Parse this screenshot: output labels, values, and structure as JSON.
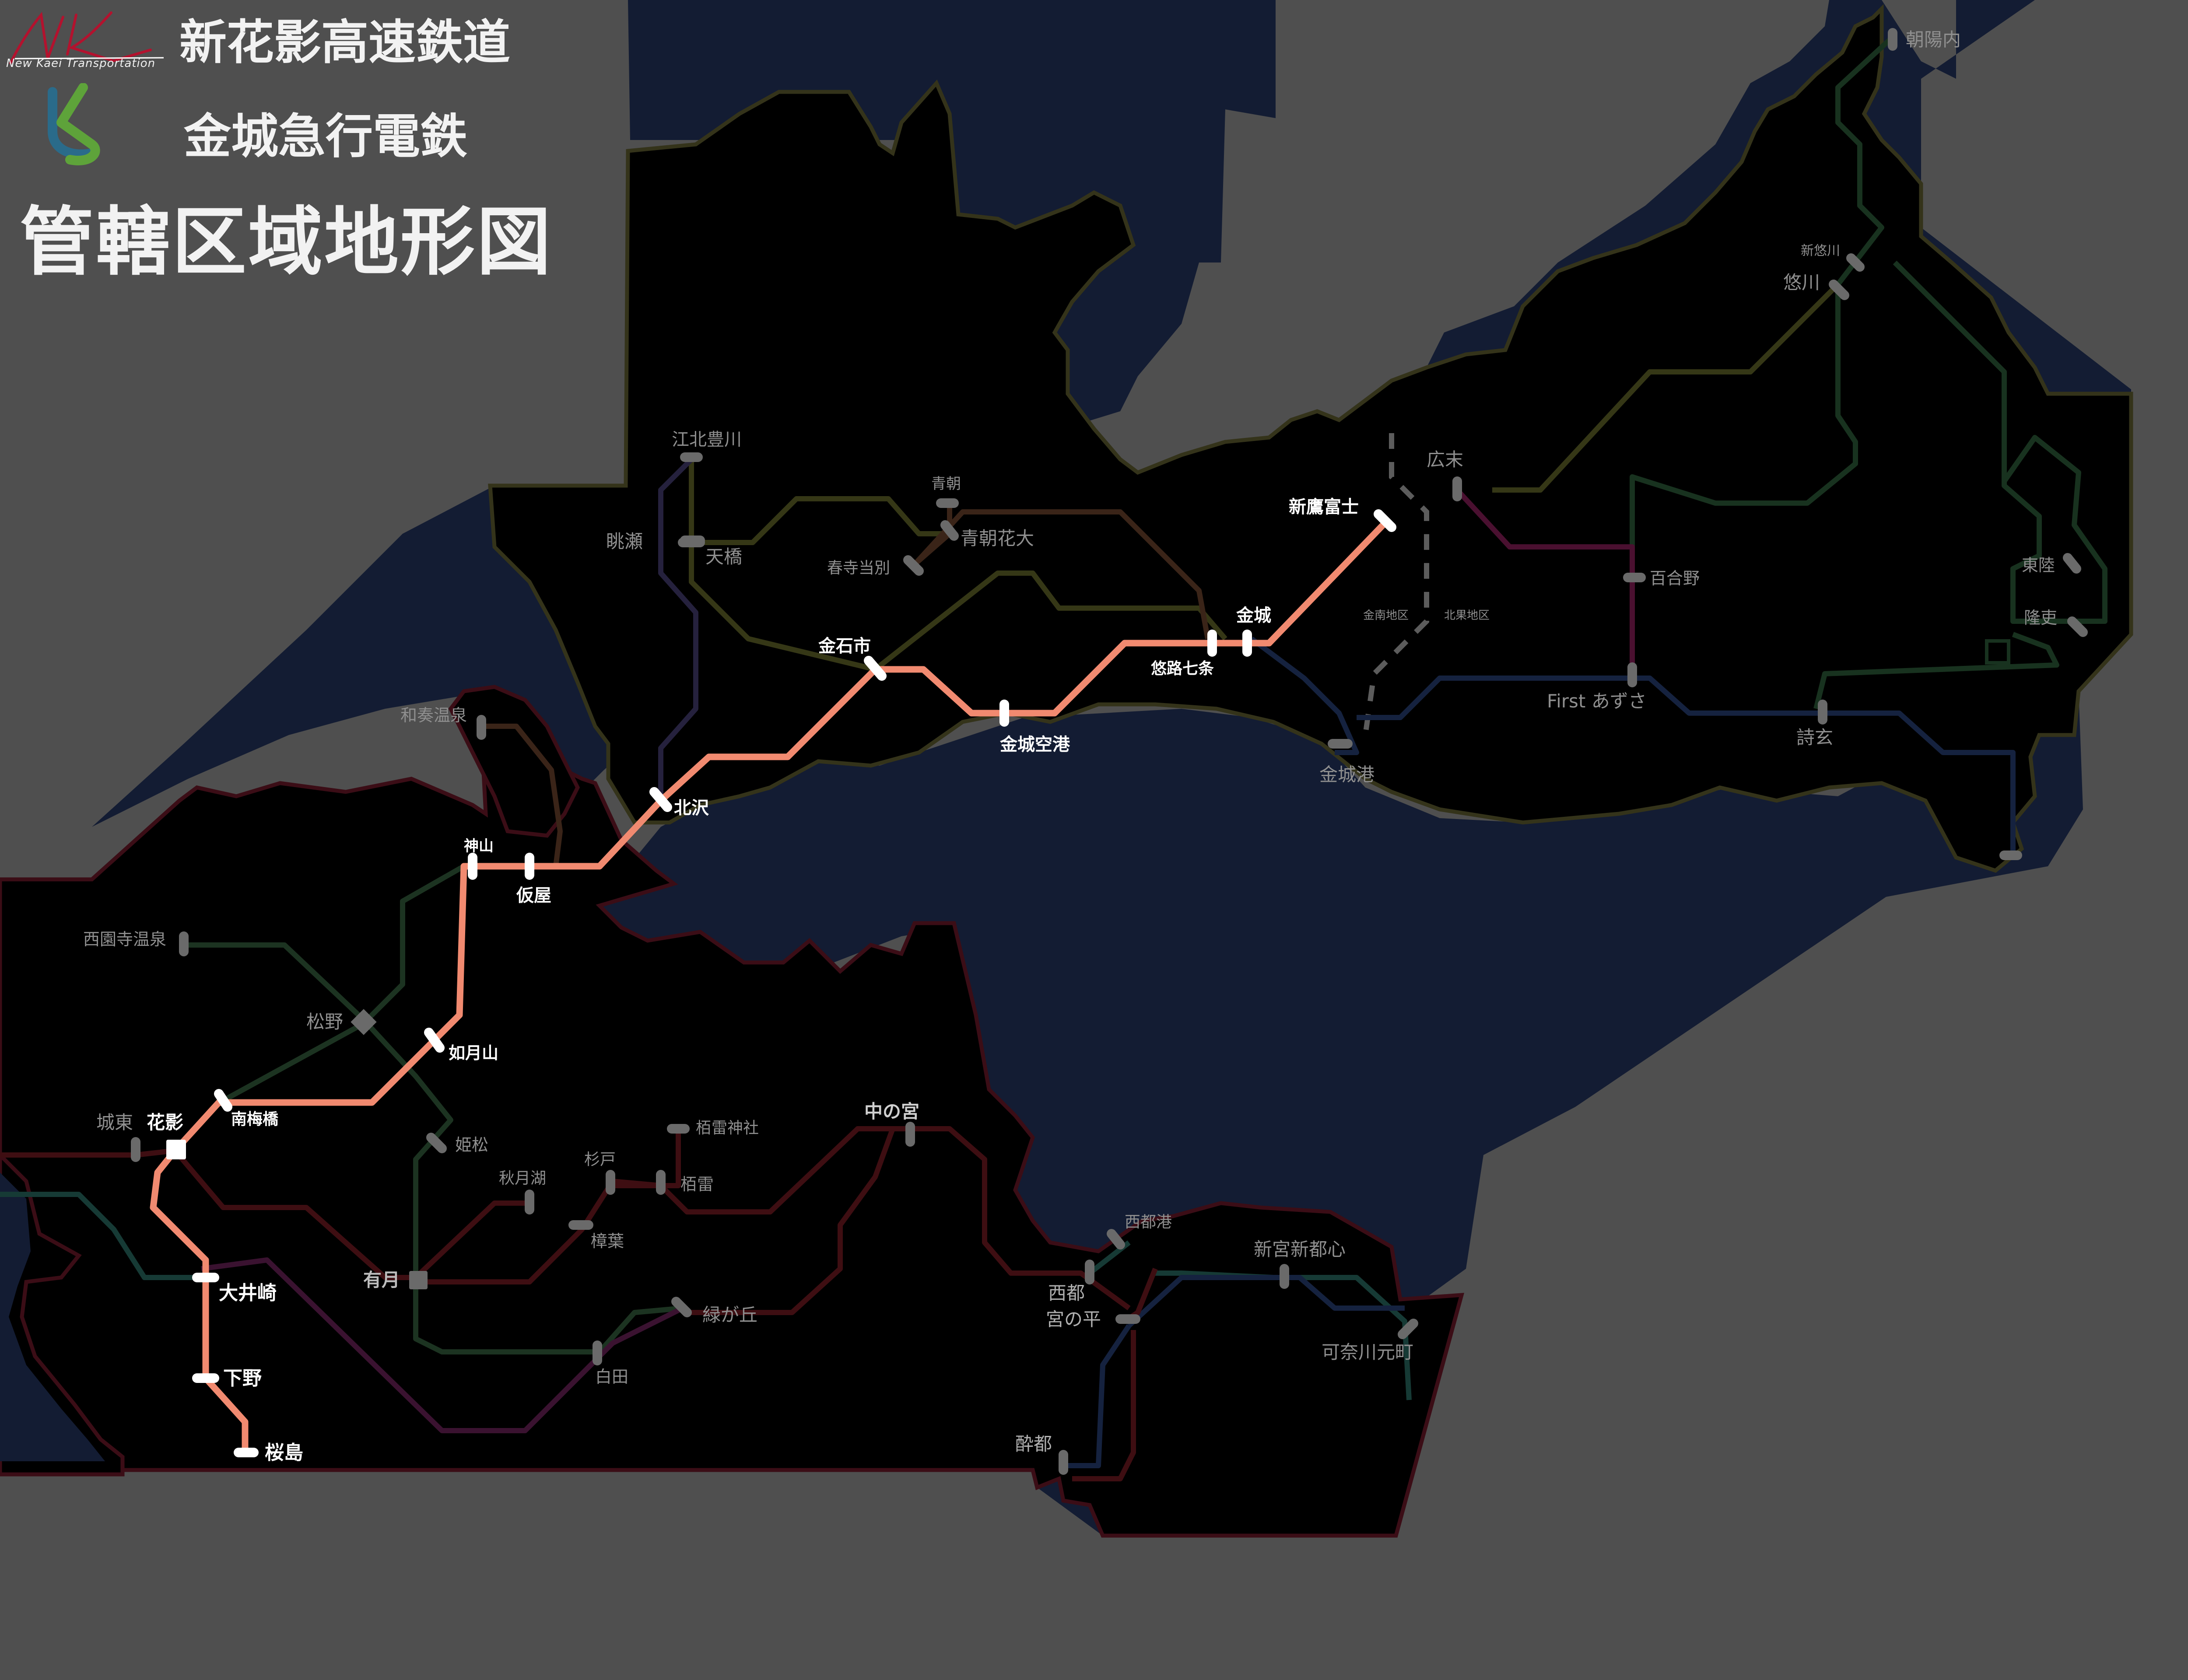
{
  "header": {
    "company_primary": "新花影高速鉄道",
    "company_primary_caption": "New Kaei Transportation",
    "company_secondary": "金城急行電鉄",
    "map_title": "管轄区域地形図"
  },
  "colors": {
    "background": "#4f4f4f",
    "sea": "#131c33",
    "land": "#000000",
    "coast_north": "#34331a",
    "coast_south": "#3b0d16",
    "main_line": "#f18a70",
    "station_main": "#ffffff",
    "station_other": "#6a6a6a",
    "label_main": "#ffffff",
    "label_other": "#8f8f8f"
  },
  "lines": [
    {
      "id": "main",
      "color": "#f18a70"
    },
    {
      "id": "north-green",
      "color": "#353716"
    },
    {
      "id": "northeast-darkgreen",
      "color": "#18321f"
    },
    {
      "id": "east-blue",
      "color": "#15223f"
    },
    {
      "id": "magenta",
      "color": "#4a1030"
    },
    {
      "id": "brown",
      "color": "#3a2418"
    },
    {
      "id": "purple",
      "color": "#25213d"
    },
    {
      "id": "west-darkred",
      "color": "#3e0e12"
    },
    {
      "id": "west-green",
      "color": "#1c3321"
    },
    {
      "id": "southwest-purple",
      "color": "#3a1230"
    },
    {
      "id": "harbor-teal",
      "color": "#163a35"
    },
    {
      "id": "district-border-dashed",
      "color": "#5c5c5c"
    }
  ],
  "stations": {
    "main": [
      "新鷹富士",
      "金城",
      "悠路七条",
      "金城空港",
      "金石市",
      "北沢",
      "仮屋",
      "神山",
      "如月山",
      "南梅橋",
      "花影",
      "大井崎",
      "下野",
      "桜島"
    ],
    "other": [
      "広末",
      "百合野",
      "First あずさ",
      "詩玄",
      "金城港",
      "悠川",
      "新悠川",
      "朝陽内",
      "東陸",
      "隆吏",
      "江北豊川",
      "眺瀬",
      "天橋",
      "青朝",
      "青朝花大",
      "春寺当別",
      "和奏温泉",
      "西園寺温泉",
      "松野",
      "城東",
      "姫松",
      "秋月湖",
      "杉戸",
      "栢雷神社",
      "栢雷",
      "樟葉",
      "有月",
      "白田",
      "緑が丘",
      "中の宮",
      "西都港",
      "西都",
      "宮の平",
      "新宮新都心",
      "可奈川元町",
      "酔都"
    ]
  },
  "labels": {
    "shin_taka_fuji": "新鷹富士",
    "kinjo": "金城",
    "yuji_shichijo": "悠路七条",
    "kinjo_airport": "金城空港",
    "kanaishi": "金石市",
    "kitazawa": "北沢",
    "kariya": "仮屋",
    "kamiyama": "神山",
    "kisaragiyama": "如月山",
    "minami_umebashi": "南梅橋",
    "kaei": "花影",
    "oizaki": "大井崎",
    "shimono": "下野",
    "sakurajima": "桜島",
    "hirosue": "広末",
    "yurino": "百合野",
    "first_azusa": "First あずさ",
    "shigen": "詩玄",
    "kinjo_port": "金城港",
    "kinnan_district": "金南地区",
    "hokka_district": "北果地区",
    "yukawa": "悠川",
    "shin_yukawa": "新悠川",
    "asahinai": "朝陽内",
    "toriku": "東陸",
    "ryuri": "隆吏",
    "kohoku_toyokawa": "江北豊川",
    "nagase": "眺瀬",
    "amahashi": "天橋",
    "aosa": "青朝",
    "aosa_hanadai": "青朝花大",
    "harudera_tobetsu": "春寺当別",
    "wakana_onsen": "和奏温泉",
    "saionji_onsen": "西園寺温泉",
    "matsuno": "松野",
    "jotou": "城東",
    "himematsu": "姫松",
    "akizukiko": "秋月湖",
    "sugito": "杉戸",
    "toganrai_jinja": "栢雷神社",
    "toganrai": "栢雷",
    "kusuha": "樟葉",
    "arizuki": "有月",
    "shirota": "白田",
    "midorigaoka": "緑が丘",
    "naka_no_miya": "中の宮",
    "saito_port": "西都港",
    "saito": "西都",
    "miya_no_hira": "宮の平",
    "shingu_shintoshin": "新宮新都心",
    "kanagawa_motomachi": "可奈川元町",
    "suito": "酔都"
  }
}
